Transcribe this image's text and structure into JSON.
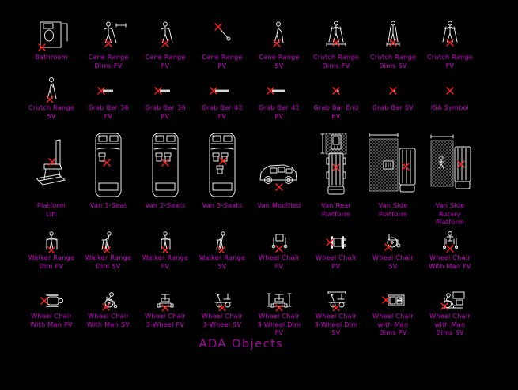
{
  "title": "ADA Objects",
  "colors": {
    "background": "#000000",
    "line": "#ececec",
    "label": "#cf00cf",
    "title": "#a805a8",
    "marker": "#ff2020",
    "hatch": "#808080"
  },
  "rows": [
    {
      "items": [
        {
          "lines": [
            "Bathroom"
          ],
          "icon": "bathroom"
        },
        {
          "lines": [
            "Cane Range",
            "Dims FV"
          ],
          "icon": "cane_dims_fv"
        },
        {
          "lines": [
            "Cane Range",
            "FV"
          ],
          "icon": "cane_fv"
        },
        {
          "lines": [
            "Cane Range",
            "PV"
          ],
          "icon": "cane_pv"
        },
        {
          "lines": [
            "Cane Range",
            "SV"
          ],
          "icon": "cane_sv"
        },
        {
          "lines": [
            "Crutch Range",
            "Dims FV"
          ],
          "icon": "crutch_dims_fv"
        },
        {
          "lines": [
            "Crutch Range",
            "Dims SV"
          ],
          "icon": "crutch_dims_sv"
        },
        {
          "lines": [
            "Crutch Range",
            "FV"
          ],
          "icon": "crutch_fv"
        }
      ]
    },
    {
      "items": [
        {
          "lines": [
            "Crutch Range",
            "SV"
          ],
          "icon": "crutch_sv"
        },
        {
          "lines": [
            "Grab Bar 36",
            "FV"
          ],
          "icon": "grab_bar_36"
        },
        {
          "lines": [
            "Grab Bar 36",
            "PV"
          ],
          "icon": "grab_bar_36"
        },
        {
          "lines": [
            "Grab Bar 42",
            "FV"
          ],
          "icon": "grab_bar_42"
        },
        {
          "lines": [
            "Grab Bar 42",
            "PV"
          ],
          "icon": "grab_bar_42"
        },
        {
          "lines": [
            "Grab Bar End",
            "EV"
          ],
          "icon": "grab_bar_end"
        },
        {
          "lines": [
            "Grab Bar SV"
          ],
          "icon": "grab_bar_sv"
        },
        {
          "lines": [
            "ISA Symbol"
          ],
          "icon": "isa_symbol"
        }
      ]
    },
    {
      "items": [
        {
          "lines": [
            "Platform",
            "Lift"
          ],
          "icon": "platform_lift"
        },
        {
          "lines": [
            "Van 1-Seat"
          ],
          "icon": "van_1_seat"
        },
        {
          "lines": [
            "Van 2-Seats"
          ],
          "icon": "van_2_seats"
        },
        {
          "lines": [
            "Van 3-Seats"
          ],
          "icon": "van_3_seats"
        },
        {
          "lines": [
            "Van Modified"
          ],
          "icon": "van_modified"
        },
        {
          "lines": [
            "Van Rear",
            "Platform"
          ],
          "icon": "van_rear_platform"
        },
        {
          "lines": [
            "Van Side",
            "Platform"
          ],
          "icon": "van_side_platform"
        },
        {
          "lines": [
            "Van Side",
            "Rotary",
            "Platform"
          ],
          "icon": "van_side_rotary_platform"
        }
      ]
    },
    {
      "items": [
        {
          "lines": [
            "Walker Range",
            "Dim FV"
          ],
          "icon": "walker_dim_fv"
        },
        {
          "lines": [
            "Walker Range",
            "Dim SV"
          ],
          "icon": "walker_dim_sv"
        },
        {
          "lines": [
            "Walker Range",
            "FV"
          ],
          "icon": "walker_fv"
        },
        {
          "lines": [
            "Walker Range",
            "SV"
          ],
          "icon": "walker_sv"
        },
        {
          "lines": [
            "Wheel Chair",
            "FV"
          ],
          "icon": "wheelchair_fv"
        },
        {
          "lines": [
            "Wheel Chair",
            "PV"
          ],
          "icon": "wheelchair_pv"
        },
        {
          "lines": [
            "Wheel Chair",
            "SV"
          ],
          "icon": "wheelchair_sv"
        },
        {
          "lines": [
            "Wheel Chair",
            "With Man FV"
          ],
          "icon": "wheelchair_man_fv"
        }
      ]
    },
    {
      "items": [
        {
          "lines": [
            "Wheel Chair",
            "With Man PV"
          ],
          "icon": "wheelchair_man_pv"
        },
        {
          "lines": [
            "Wheel Chair",
            "With Man SV"
          ],
          "icon": "wheelchair_man_sv"
        },
        {
          "lines": [
            "Wheel Chair",
            "3-Wheel FV"
          ],
          "icon": "wheelchair_3wheel_fv"
        },
        {
          "lines": [
            "Wheel Chair",
            "3-Wheel SV"
          ],
          "icon": "wheelchair_3wheel_sv"
        },
        {
          "lines": [
            "Wheel Chair",
            "3-Wheel Dim",
            "FV"
          ],
          "icon": "wheelchair_3wheel_dim_fv"
        },
        {
          "lines": [
            "Wheel Chair",
            "3-Wheel Dim",
            "SV"
          ],
          "icon": "wheelchair_3wheel_dim_sv"
        },
        {
          "lines": [
            "Wheel Chair",
            "with Man",
            "Dims PV"
          ],
          "icon": "wheelchair_man_dims_pv"
        },
        {
          "lines": [
            "Wheel Chair",
            "with Man",
            "Dims SV"
          ],
          "icon": "wheelchair_man_dims_sv"
        }
      ]
    }
  ]
}
